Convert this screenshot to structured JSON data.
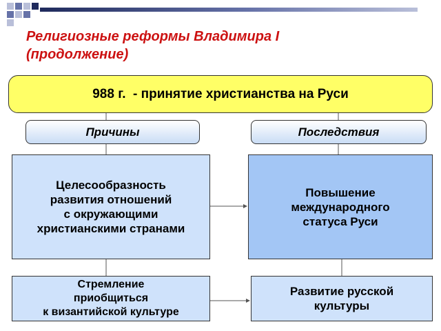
{
  "title": {
    "line1": "Религиозные реформы Владимира I",
    "line2": "(продолжение)"
  },
  "main_event": "988 г.  - принятие христианства на Руси",
  "causes": {
    "header": "Причины",
    "items": [
      {
        "lines": [
          "Целесообразность",
          "развития отношений",
          "с окружающими",
          "христианскими странами"
        ]
      },
      {
        "lines": [
          "Стремление",
          "приобщиться",
          "к византийской культуре"
        ]
      }
    ]
  },
  "consequences": {
    "header": "Последствия",
    "items": [
      {
        "lines": [
          "Повышение",
          "международного",
          "статуса Руси"
        ]
      },
      {
        "lines": [
          "Развитие русской",
          "культуры"
        ]
      }
    ]
  },
  "colors": {
    "title": "#cc1111",
    "main_box": "#ffff66",
    "box_light": "#cfe2fb",
    "box_dark": "#a3c6f5",
    "deco_dark": "#1f2a5c",
    "deco_mid": "#6672a8",
    "deco_light": "#b9bfd9"
  }
}
